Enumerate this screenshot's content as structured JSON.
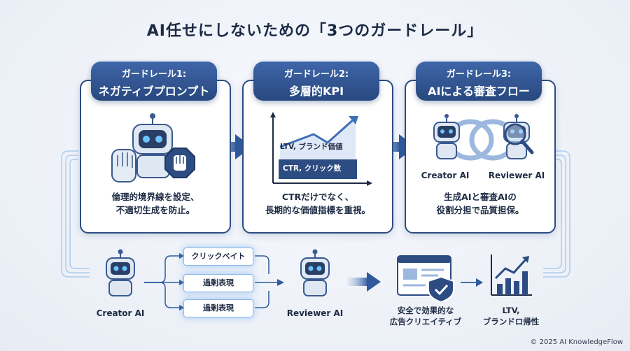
{
  "title": "AI任せにしないための「3つのガードレール」",
  "cards": [
    {
      "label": "ガードレール1:",
      "title": "ネガティブプロンプト",
      "desc1": "倫理的境界線を設定、",
      "desc2": "不適切生成を防止。"
    },
    {
      "label": "ガードレール2:",
      "title": "多層的KPI",
      "desc1": "CTRだけでなく、",
      "desc2": "長期的な価値指標を重視。",
      "chart": {
        "upper": "LTV, ブランド価値",
        "lower": "CTR, クリック数"
      }
    },
    {
      "label": "ガードレール3:",
      "title": "AIによる審査フロー",
      "desc1": "生成AIと審査AIの",
      "desc2": "役割分担で品質担保。",
      "creator": "Creator AI",
      "reviewer": "Reviewer AI"
    }
  ],
  "flow": {
    "creator": "Creator AI",
    "items": [
      "クリックベイト",
      "過剰表現",
      "過剰表現"
    ],
    "reviewer": "Reviewer AI",
    "output1": "安全で効果的な",
    "output2": "広告クリエイティブ",
    "result1": "LTV,",
    "result2": "ブランドロ帰性"
  },
  "colors": {
    "primary": "#2d4c82",
    "accent": "#4a8fe0",
    "glow": "#8fb8ea"
  },
  "copyright": "© 2025 AI KnowledgeFlow"
}
